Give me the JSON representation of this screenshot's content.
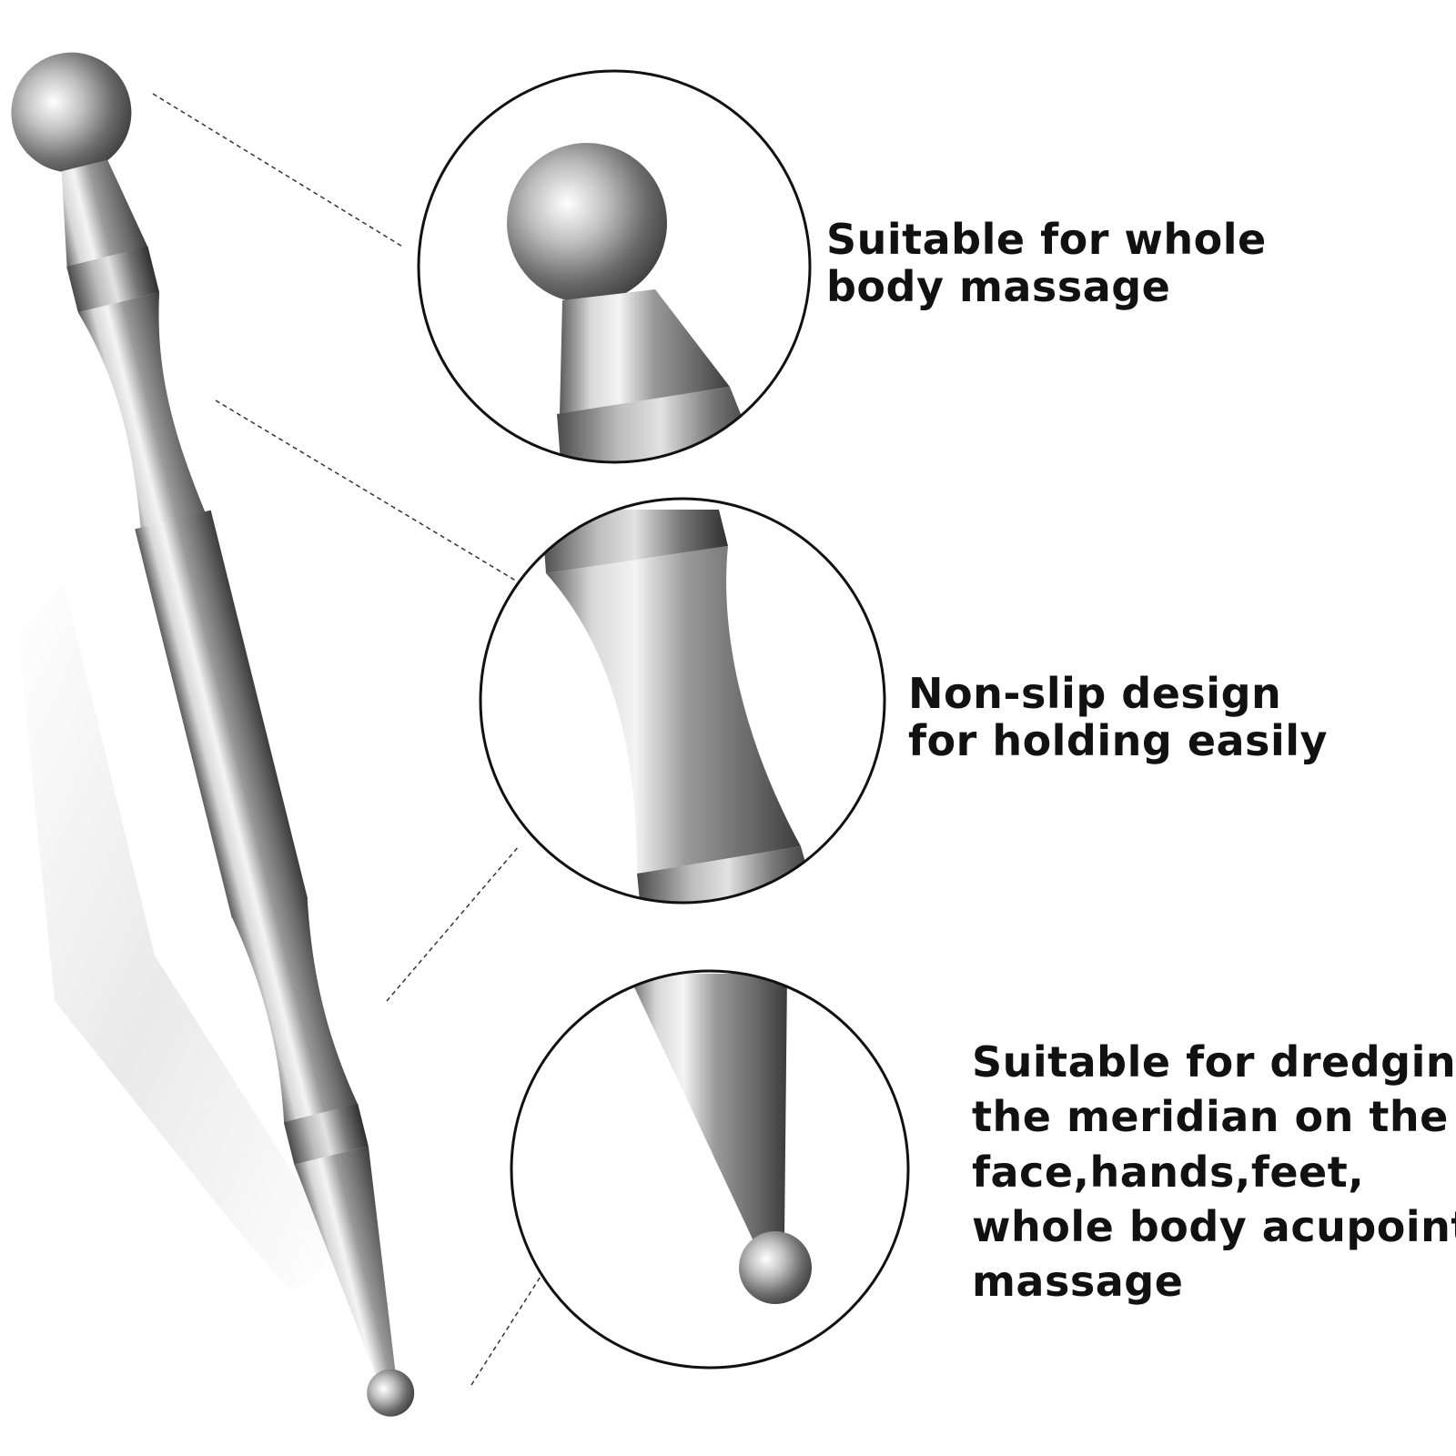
{
  "product": "stainless steel massage pen",
  "callouts": [
    {
      "id": "ball-end",
      "lines": [
        "Suitable for whole",
        "body massage"
      ]
    },
    {
      "id": "grip",
      "lines": [
        "Non-slip design",
        "for holding easily"
      ]
    },
    {
      "id": "tip",
      "lines": [
        "Suitable for dredging",
        "the meridian on the",
        "face,hands,feet,",
        "whole body acupoint",
        "massage"
      ]
    }
  ],
  "colors": {
    "background": "#ffffff",
    "text": "#111111",
    "circle_outline": "#111111",
    "leader_line": "#333333",
    "metal_light": "#e9e9e9",
    "metal_dark": "#4a4a4a"
  }
}
